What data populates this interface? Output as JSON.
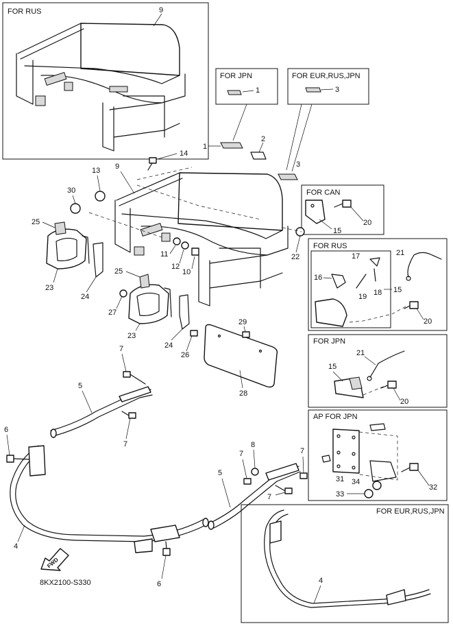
{
  "boxes": {
    "rus_top": "FOR RUS",
    "jpn_small": "FOR JPN",
    "eur_rus_jpn_small": "FOR EUR,RUS,JPN",
    "can": "FOR CAN",
    "rus_mid": "FOR RUS",
    "jpn_mid": "FOR JPN",
    "ap_jpn": "AP FOR JPN",
    "eur_rus_jpn_bottom": "FOR EUR,RUS,JPN"
  },
  "fwd_label": "FWD",
  "drawing_code": "8KX2100-S330",
  "callouts": {
    "c9a": "9",
    "c9b": "9",
    "c1a": "1",
    "c1b": "1",
    "c2": "2",
    "c3a": "3",
    "c3b": "3",
    "c14": "14",
    "c13": "13",
    "c30": "30",
    "c15a": "15",
    "c15b": "15",
    "c15c": "15",
    "c20a": "20",
    "c20b": "20",
    "c20c": "20",
    "c25a": "25",
    "c25b": "25",
    "c23a": "23",
    "c23b": "23",
    "c24a": "24",
    "c24b": "24",
    "c11": "11",
    "c12": "12",
    "c10": "10",
    "c22": "22",
    "c27": "27",
    "c26": "26",
    "c29": "29",
    "c28": "28",
    "c16": "16",
    "c17": "17",
    "c18": "18",
    "c19": "19",
    "c21a": "21",
    "c21b": "21",
    "c7a": "7",
    "c7b": "7",
    "c7c": "7",
    "c7d": "7",
    "c7e": "7",
    "c5a": "5",
    "c5b": "5",
    "c6a": "6",
    "c6b": "6",
    "c8": "8",
    "c4a": "4",
    "c4b": "4",
    "c31": "31",
    "c32": "32",
    "c33": "33",
    "c34": "34"
  }
}
